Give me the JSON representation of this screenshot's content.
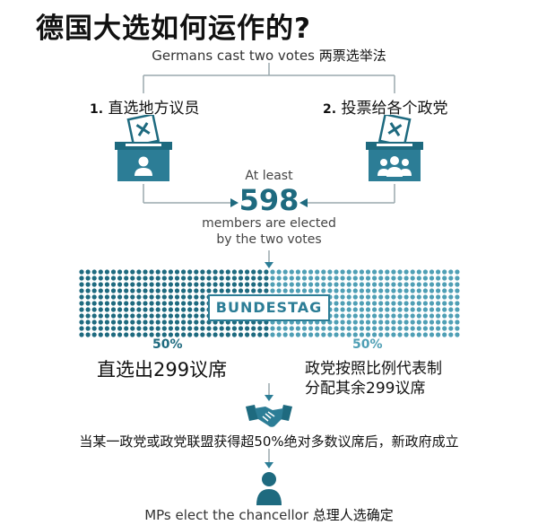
{
  "title": "德国大选如何运作的?",
  "header": {
    "cast_en": "Germans cast two votes",
    "cast_zh": "两票选举法"
  },
  "steps": [
    {
      "num": "1.",
      "label": "直选地方议员",
      "icon": "ballot-box-single-person-icon"
    },
    {
      "num": "2.",
      "label": "投票给各个政党",
      "icon": "ballot-box-group-icon"
    }
  ],
  "center": {
    "at_least": "At least",
    "number": "598",
    "members_line1": "members are elected",
    "members_line2": "by the two votes"
  },
  "bundestag": {
    "label": "BUNDESTAG",
    "left_percent": 50,
    "right_percent": 50,
    "left_pct_label": "50%",
    "right_pct_label": "50%"
  },
  "seats": {
    "left_label": "直选出299议席",
    "right_line1": "政党按照比例代表制",
    "right_line2": "分配其余299议席"
  },
  "coalition": {
    "text": "当某一政党或政党联盟获得超50%绝对多数议席后，新政府成立",
    "icon": "handshake-icon"
  },
  "chancellor": {
    "text_en": "MPs elect the chancellor",
    "text_zh": "总理人选确定",
    "icon": "person-icon"
  },
  "colors": {
    "dark_teal": "#1e6a7f",
    "mid_teal": "#2c7d96",
    "light_teal": "#4f9fb5",
    "line_gray": "#9aa8ad"
  }
}
